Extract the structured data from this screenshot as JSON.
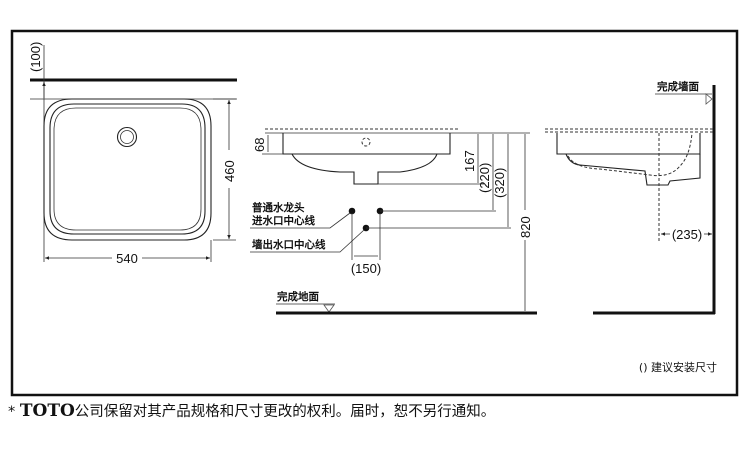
{
  "plan_view": {
    "dim_backset": "(100)",
    "dim_width": "540",
    "dim_depth": "460"
  },
  "section_view": {
    "dim_rim": "68",
    "dim_outlet": "167",
    "dim_supply": "(220)",
    "dim_waste": "(320)",
    "dim_height": "820",
    "dim_supply_spacing": "(150)",
    "label_faucet_line1": "普通水龙头",
    "label_faucet_line2": "进水口中心线",
    "label_wall_outlet": "墙出水口中心线",
    "label_floor": "完成地面"
  },
  "side_view": {
    "label_wall": "完成墙面",
    "dim_wall_offset": "(235)"
  },
  "legend": "() 建议安装尺寸",
  "footer": {
    "asterisk": "*",
    "brand": "TOTO",
    "text": "公司保留对其产品规格和尺寸更改的权利。届时，恕不另行通知。"
  }
}
